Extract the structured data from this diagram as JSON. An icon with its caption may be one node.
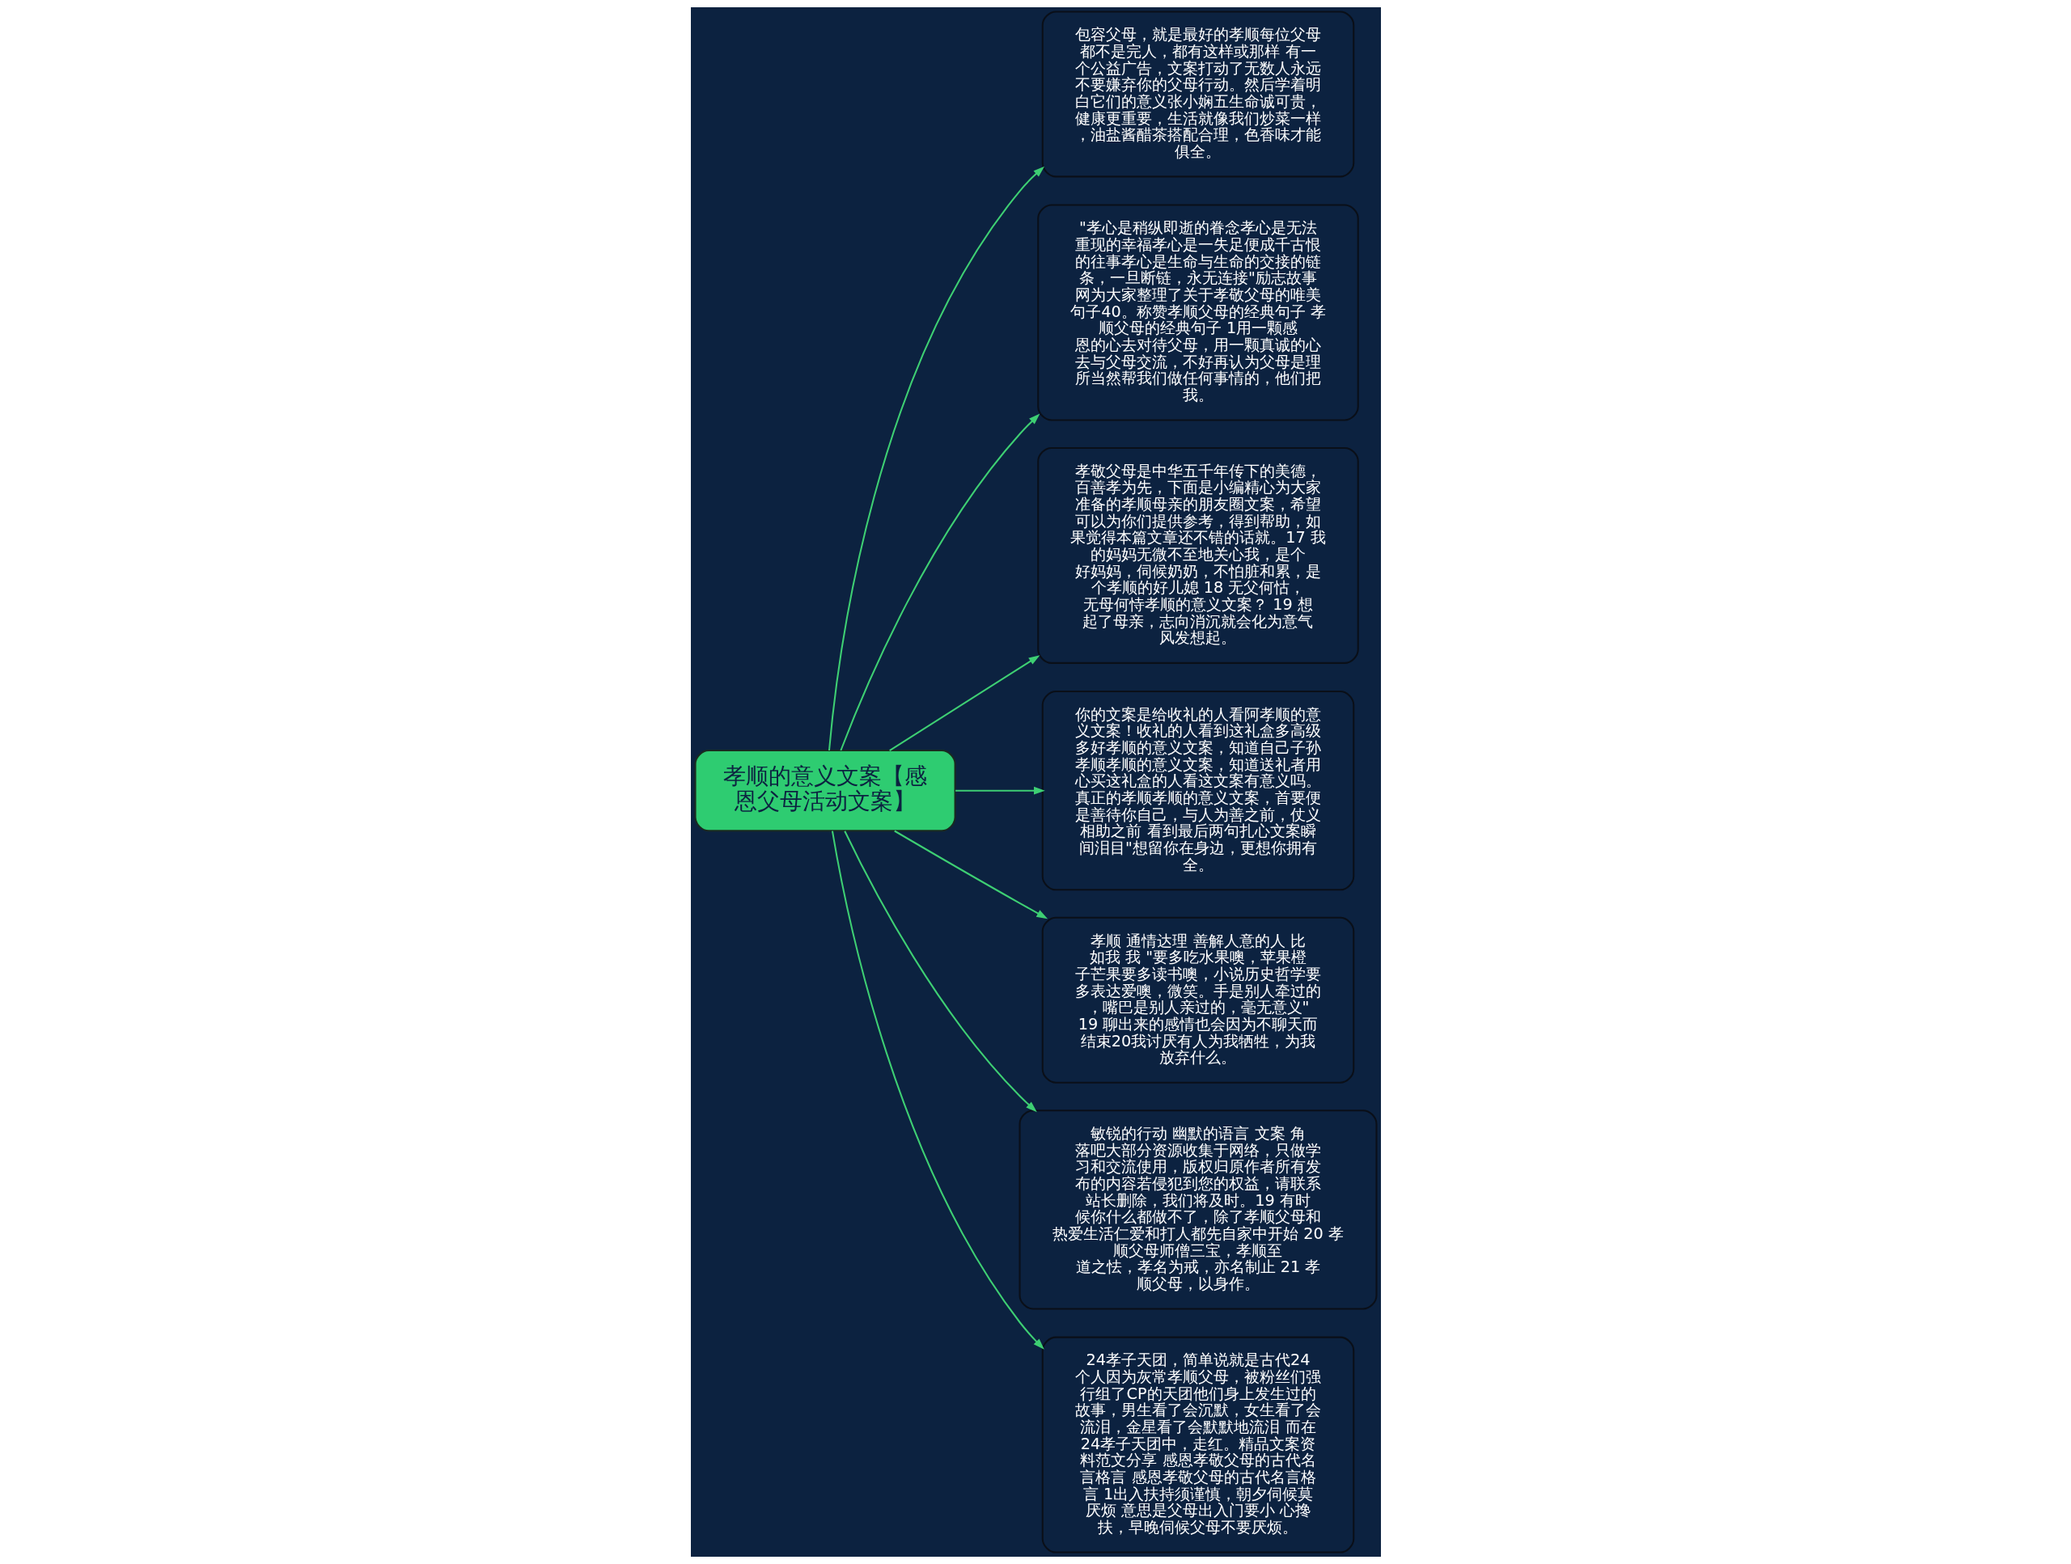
{
  "diagram": {
    "nodes": [
      {
        "text": [
          "孝顺的意义文案【感恩父母活动文案】"
        ]
      },
      {
        "text": [
          "包容父母，就是最好的孝顺每位父母都不是完人，都有这样或那样 有一个公益广告，文案打动了无数人永远不要嫌弃你的父母行动。然后学着明白它们的意义张小娴五生命诚可贵，健康更重要，生活就像我们炒菜一样，油盐酱醋茶搭配合理，色香味才能俱全。"
        ]
      },
      {
        "text": [
          "\"孝心是稍纵即逝的眷念孝心是无法重现的幸福孝心是一失足便成千古恨的往事孝心是生命与生命的交接的链条，一旦断链，永无连接\"励志故事网为大家整理了关于孝敬父母的唯美句子40。称赞孝顺父母的经典句子 孝顺父母的经典句子 1用一颗感恩的心去对待父母，用一颗真诚的心去与父母交流，不好再认为父母是理所当然帮我们做任何事情的，他们把我。"
        ]
      },
      {
        "text": [
          "孝敬父母是中华五千年传下的美德，百善孝为先，下面是小编精心为大家准备的孝顺母亲的朋友圈文案，希望可以为你们提供参考，得到帮助，如果觉得本篇文章还不错的话就。17 我的妈妈无微不至地关心我，是个好妈妈，伺候奶奶，不怕脏和累，是个孝顺的好儿媳 18 无父何怙，无母何恃孝顺的意义文案？ 19 想起了母亲，志向消沉就会化为意气风发想起。"
        ]
      },
      {
        "text": [
          "你的文案是给收礼的人看阿孝顺的意义文案！收礼的人看到这礼盒多高级多好孝顺的意义文案，知道自己子孙孝顺孝顺的意义文案，知道送礼者用心买这礼盒的人看这文案有意义吗。真正的孝顺孝顺的意义文案，首要便是善待你自己，与人为善之前，仗义相助之前 看到最后两句扎心文案瞬间泪目\"想留你在身边，更想你拥有全。"
        ]
      },
      {
        "text": [
          "孝顺 通情达理 善解人意的人 比如我 我 \"要多吃水果噢，苹果橙子芒果要多读书噢，小说历史哲学要多表达爱噢，微笑。手是别人牵过的，嘴巴是别人亲过的，毫无意义\"19 聊出来的感情也会因为不聊天而结束20我讨厌有人为我牺牲，为我放弃什么。"
        ]
      },
      {
        "text": [
          "敏锐的行动 幽默的语言 文案 角落吧大部分资源收集于网络，只做学习和交流使用，版权归原作者所有发布的内容若侵犯到您的权益，请联系站长删除，我们将及时。19 有时候你什么都做不了，除了孝顺父母和热爱生活仁爱和打人都先自家中开始 20 孝顺父母师僧三宝，孝顺至道之怯，孝名为戒，亦名制止 21 孝顺父母，以身作。"
        ]
      },
      {
        "text": [
          "24孝子天团，简单说就是古代24个人因为灰常孝顺父母，被粉丝们强行组了CP的天团他们身上发生过的故事，男生看了会沉默，女生看了会流泪，金星看了会默默地流泪 而在24孝子天团中，走红。精品文案资料范文分享 感恩孝敬父母的古代名言格言 感恩孝敬父母的古代名言格言 1出入扶持须谨慎，朝夕伺候莫厌烦 意思是父母出入门要小 心搀扶，早晚伺候父母不要厌烦。"
        ]
      }
    ],
    "edges": [
      {
        "from": 0,
        "to": 1,
        "arrow": "to"
      },
      {
        "from": 0,
        "to": 2,
        "arrow": "to"
      },
      {
        "from": 0,
        "to": 3,
        "arrow": "to"
      },
      {
        "from": 0,
        "to": 4,
        "arrow": "to"
      },
      {
        "from": 0,
        "to": 5,
        "arrow": "to"
      },
      {
        "from": 0,
        "to": 6,
        "arrow": "to"
      },
      {
        "from": 0,
        "to": 7,
        "arrow": "to"
      }
    ]
  }
}
